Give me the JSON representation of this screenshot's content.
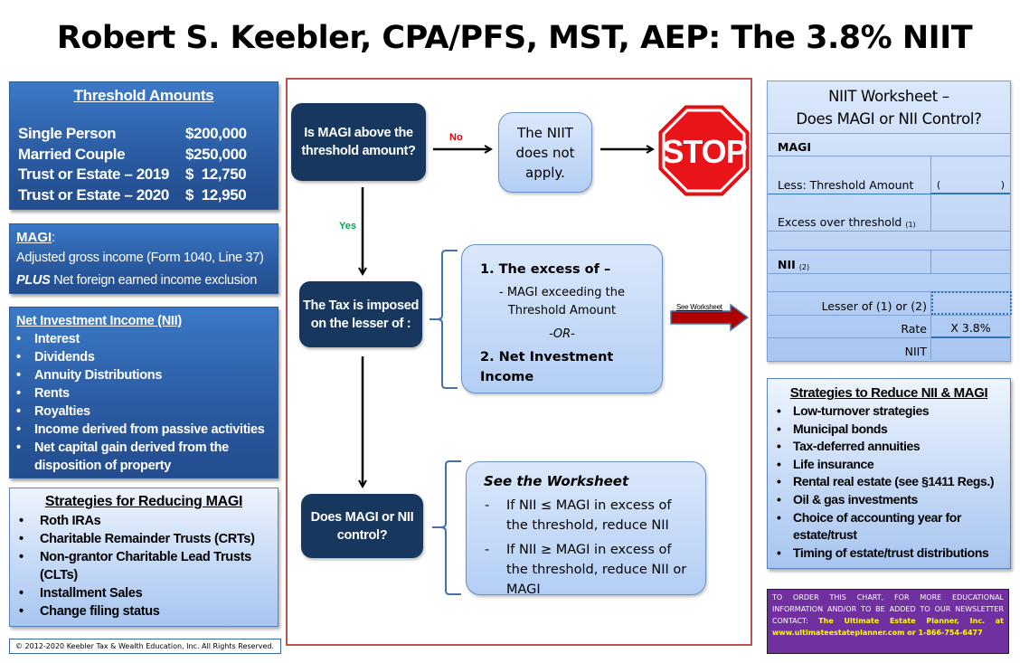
{
  "title": "Robert S. Keebler, CPA/PFS, MST, AEP: The 3.8% NIIT",
  "threshold": {
    "heading": "Threshold Amounts",
    "rows": [
      {
        "label": "Single Person",
        "value": "$200,000"
      },
      {
        "label": "Married Couple",
        "value": "$250,000"
      },
      {
        "label": "Trust or Estate – 2019",
        "value": "$  12,750"
      },
      {
        "label": "Trust or Estate – 2020",
        "value": "$  12,950"
      }
    ]
  },
  "magi": {
    "heading": "MAGI",
    "heading_suffix": ":",
    "line1": "Adjusted gross income (Form 1040, Line 37)",
    "line2_em": "PLUS",
    "line2_rest": " Net foreign earned income exclusion"
  },
  "nii": {
    "heading": "Net Investment Income (NII)",
    "items": [
      "Interest",
      "Dividends",
      "Annuity Distributions",
      "Rents",
      "Royalties",
      "Income derived from passive activities",
      "Net capital gain derived from the disposition of property"
    ]
  },
  "magi_strategies": {
    "heading": "Strategies for Reducing MAGI",
    "items": [
      "Roth IRAs",
      "Charitable Remainder Trusts (CRTs)",
      "Non-grantor Charitable Lead Trusts (CLTs)",
      "Installment Sales",
      "Change filing status"
    ]
  },
  "copyright": "© 2012-2020 Keebler Tax & Wealth Education, Inc. All Rights Reserved.",
  "flow": {
    "q1": "Is MAGI above the threshold amount?",
    "no_label": "No",
    "yes_label": "Yes",
    "not_apply": "The NIIT does not apply.",
    "stop": "STOP",
    "q2": "The Tax is imposed on the lesser of :",
    "lesser": {
      "item1": "1. The excess of –",
      "item1_sub": "-  MAGI exceeding the Threshold Amount",
      "or": "-OR-",
      "item2": "2. Net Investment Income"
    },
    "see_worksheet": "See Worksheet",
    "q3": "Does MAGI or NII control?",
    "worksheet_note": {
      "heading": "See the Worksheet",
      "items": [
        {
          "dash": "-",
          "text": "If NII ≤ MAGI in excess of the threshold, reduce NII"
        },
        {
          "dash": "-",
          "text": "If NII ≥ MAGI in excess of the threshold, reduce NII or MAGI"
        }
      ]
    }
  },
  "worksheet": {
    "title_line1": "NIIT Worksheet –",
    "title_line2": "Does MAGI or NII Control?",
    "magi": "MAGI",
    "less_threshold": "Less: Threshold Amount",
    "paren_open": "(",
    "paren_close": ")",
    "excess": "Excess over threshold",
    "excess_note": "(1)",
    "nii": "NII",
    "nii_note": "(2)",
    "lesser": "Lesser of (1) or (2)",
    "rate_label": "Rate",
    "rate_value": "X 3.8%",
    "niit": "NIIT"
  },
  "nii_strategies": {
    "heading": "Strategies to Reduce NII & MAGI",
    "items": [
      "Low-turnover strategies",
      "Municipal bonds",
      "Tax-deferred annuities",
      "Life insurance",
      "Rental real estate (see §1411 Regs.)",
      "Oil & gas investments",
      "Choice of accounting year for estate/trust",
      "Timing of estate/trust distributions"
    ]
  },
  "order": {
    "text": "TO ORDER THIS CHART, FOR MORE EDUCATIONAL INFORMATION AND/OR TO BE ADDED TO OUR NEWSLETTER CONTACT: ",
    "highlight": "The Ultimate Estate Planner, Inc. at www.ultimateestateplanner.com or 1-866-754-6477"
  },
  "colors": {
    "dark_navy": "#17375e",
    "frame_red": "#c0504d",
    "stop_red": "#e8141a",
    "order_purple": "#7030a0",
    "yes_green": "#00a650",
    "no_red": "#e00000"
  }
}
